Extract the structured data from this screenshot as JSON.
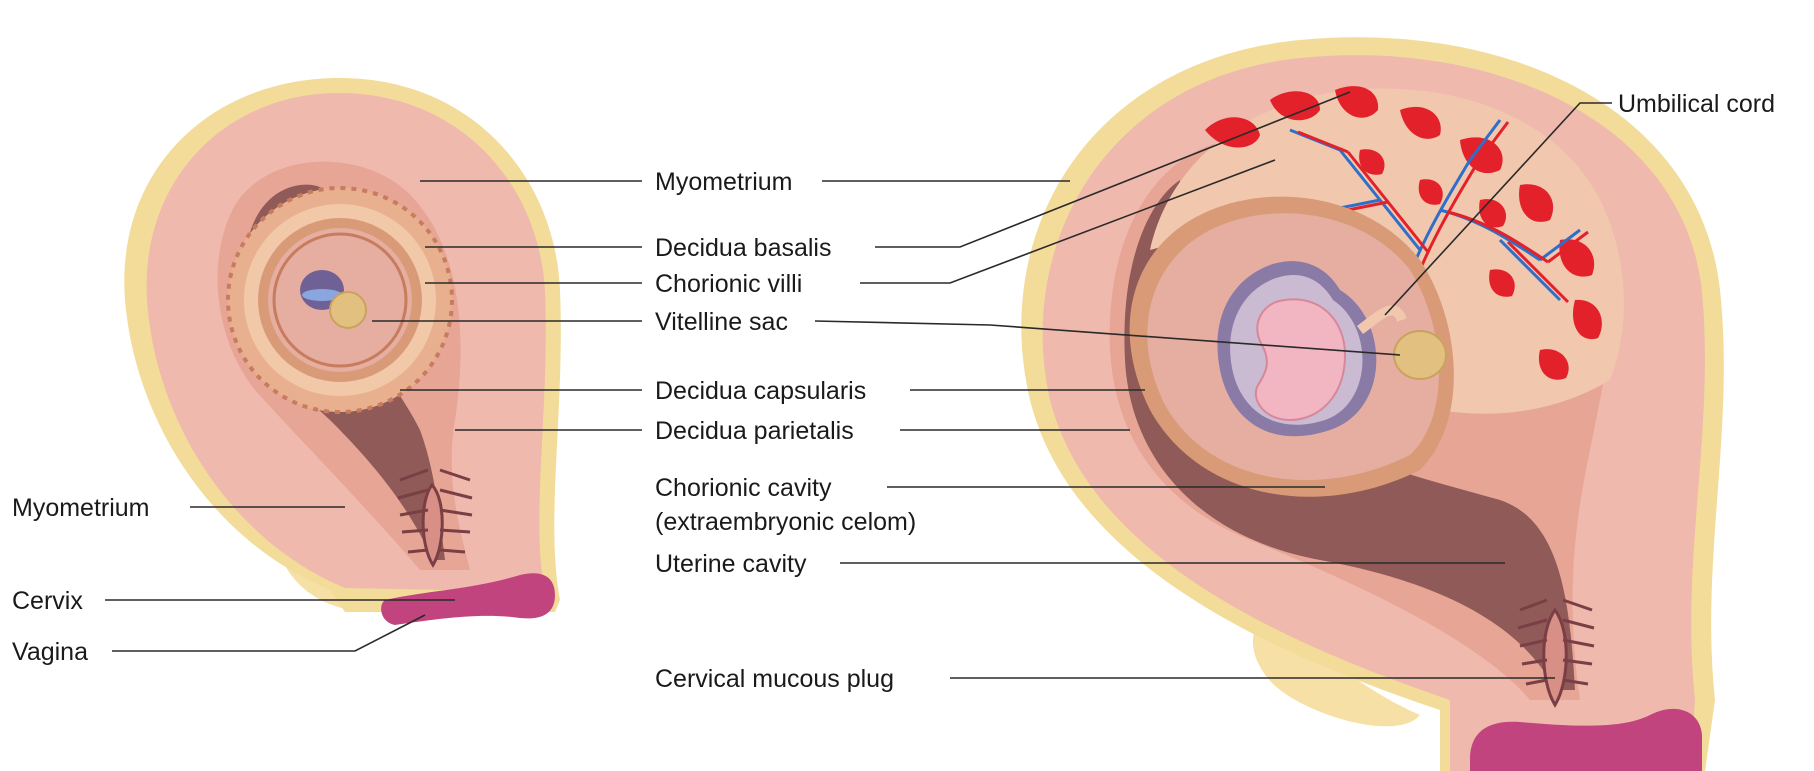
{
  "labels": {
    "left_myometrium": "Myometrium",
    "left_cervix": "Cervix",
    "left_vagina": "Vagina",
    "myometrium": "Myometrium",
    "decidua_basalis": "Decidua basalis",
    "chorionic_villi": "Chorionic villi",
    "vitelline_sac": "Vitelline sac",
    "decidua_capsularis": "Decidua capsularis",
    "decidua_parietalis": "Decidua parietalis",
    "chorionic_cavity_1": "Chorionic cavity",
    "chorionic_cavity_2": "(extraembryonic celom)",
    "uterine_cavity": "Uterine cavity",
    "cervical_mucous_plug": "Cervical mucous plug",
    "umbilical_cord": "Umbilical cord"
  },
  "colors": {
    "serosa": "#f3dc9a",
    "myometrium": "#efb9ad",
    "endometrium": "#e7a596",
    "cavity": "#8f5a57",
    "chorion": "#d99a78",
    "chorionic_cavity": "#e6aea1",
    "amnion": "#a88a9c",
    "embryo": "#f2b6c2",
    "yolk_sac": "#e2c080",
    "vagina": "#c2447e",
    "blood": "#e3212a",
    "vessel_blue": "#2f6ec9"
  }
}
